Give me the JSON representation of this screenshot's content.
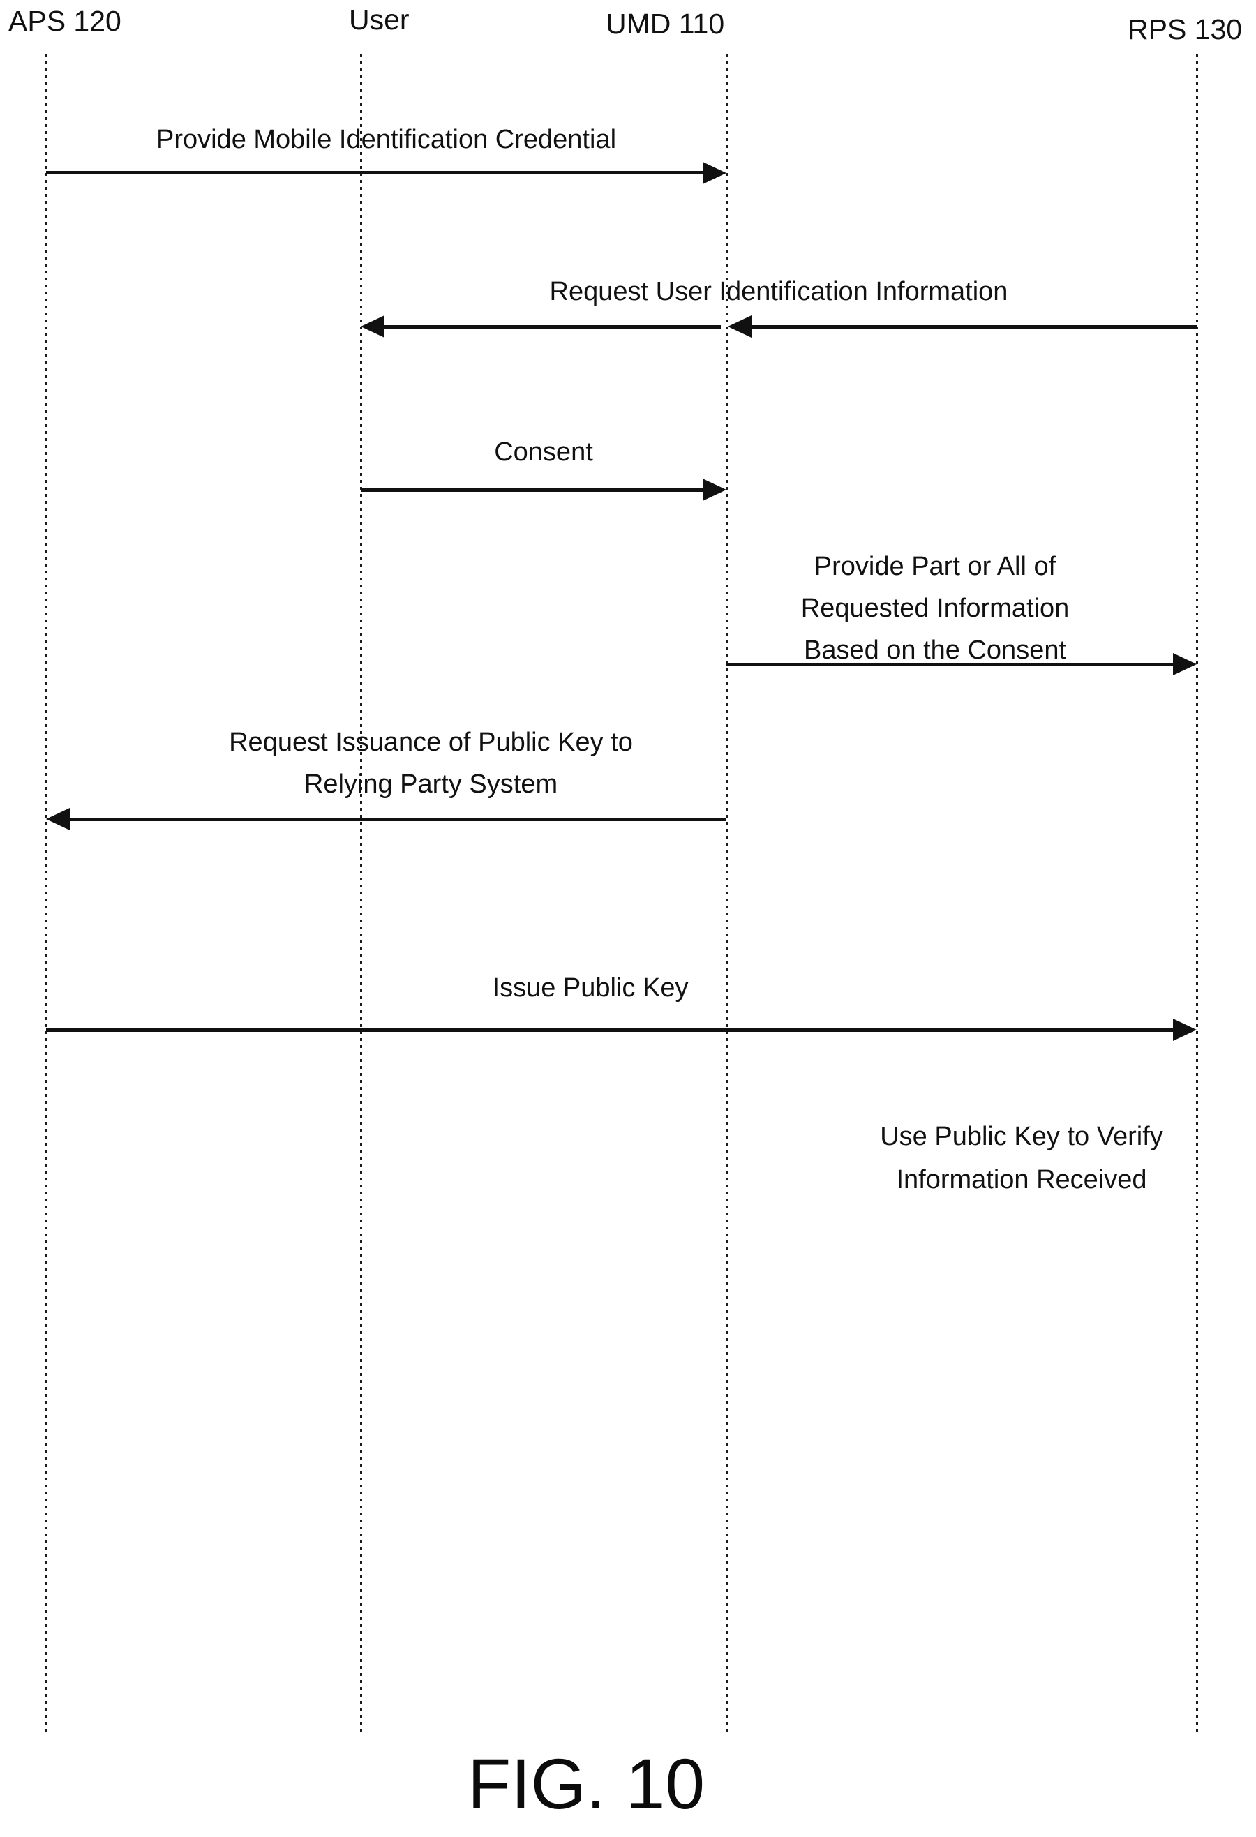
{
  "figure": {
    "caption": "FIG. 10"
  },
  "actors": [
    {
      "id": "aps",
      "label": "APS 120"
    },
    {
      "id": "user",
      "label": "User"
    },
    {
      "id": "umd",
      "label": "UMD 110"
    },
    {
      "id": "rps",
      "label": "RPS 130"
    }
  ],
  "messages": [
    {
      "label": "Provide Mobile Identification Credential",
      "from": "APS 120",
      "to": "UMD 110",
      "direction": "right"
    },
    {
      "label": "Request User Identification Information",
      "from": "RPS 130",
      "to": "User",
      "via": "UMD 110",
      "direction": "left"
    },
    {
      "label": "Consent",
      "from": "User",
      "to": "UMD 110",
      "direction": "right"
    },
    {
      "label": "Provide Part or All of\nRequested Information\nBased on the Consent",
      "from": "UMD 110",
      "to": "RPS 130",
      "direction": "right"
    },
    {
      "label": "Request Issuance of Public Key to\nRelying Party System",
      "from": "UMD 110",
      "to": "APS 120",
      "direction": "left"
    },
    {
      "label": "Issue Public Key",
      "from": "APS 120",
      "to": "RPS 130",
      "direction": "right"
    }
  ],
  "note": {
    "label": "Use Public Key to Verify\nInformation Received",
    "actor": "RPS 130"
  },
  "colors": {
    "ink": "#111111",
    "background": "#ffffff"
  }
}
